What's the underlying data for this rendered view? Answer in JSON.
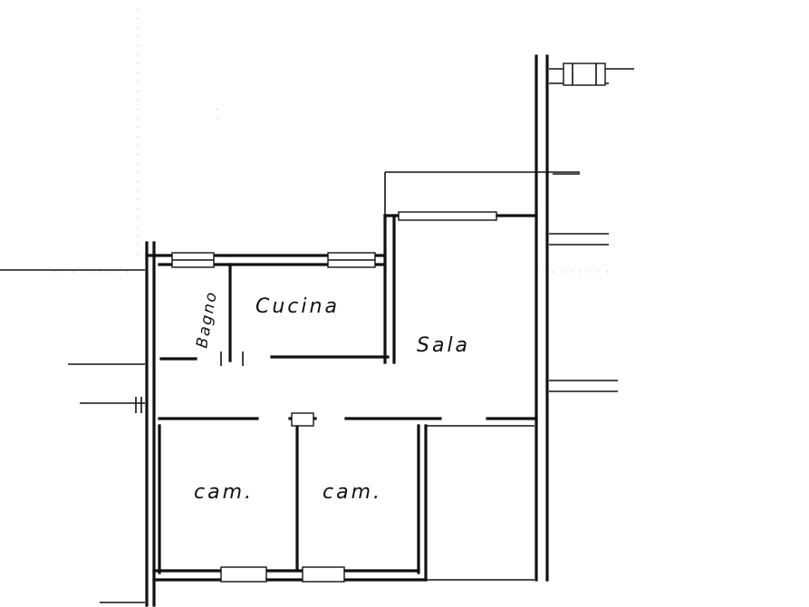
{
  "rooms": {
    "bagno": "Bagno",
    "cucina": "Cucina",
    "sala": "Sala",
    "camera_1": "cam.",
    "camera_2": "cam."
  }
}
